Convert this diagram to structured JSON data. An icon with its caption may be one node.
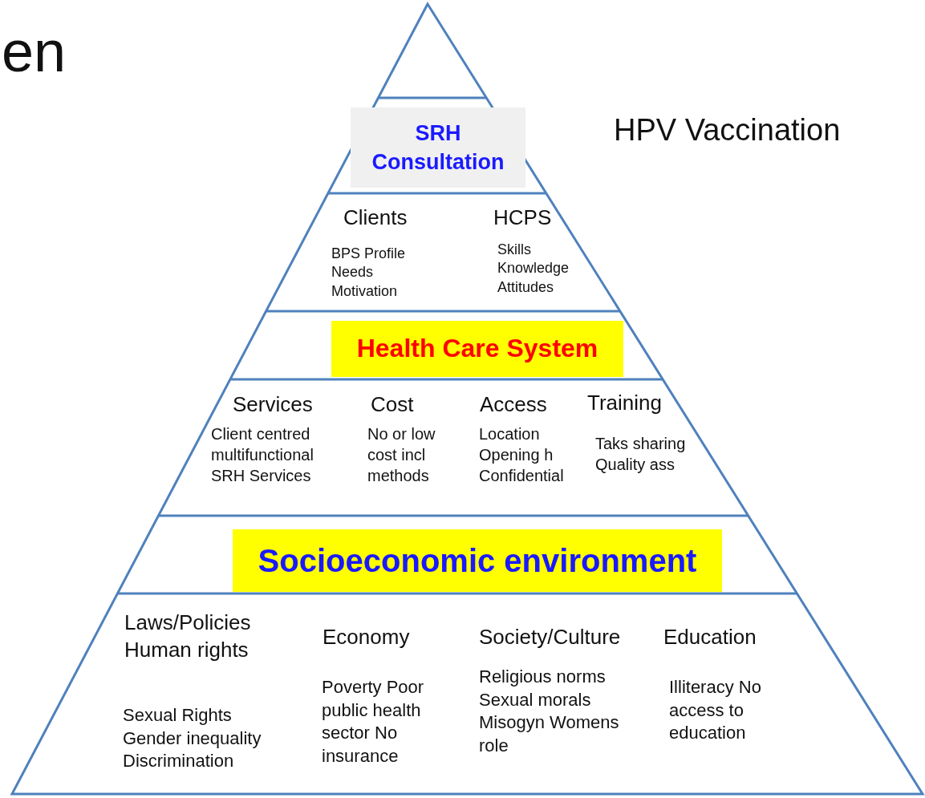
{
  "diagram": {
    "nodes": [
      {
        "text": [
          "SRH Consultation"
        ]
      },
      {
        "text": [
          "Health Care System"
        ]
      },
      {
        "text": [
          "Socioeconomic environment"
        ]
      }
    ],
    "labels": [
      "en",
      "HPV Vaccination",
      "Clients",
      "HCPS",
      "BPS Profile Needs Motivation",
      "Skills Knowledge Attitudes",
      "Services",
      "Cost",
      "Access",
      "Training",
      "Client centred multifunctional SRH Services",
      "No or low cost incl methods",
      "Location Opening h Confidential",
      "Taks sharing Quality ass",
      "Laws/Policies Human rights",
      "Economy",
      "Society/Culture",
      "Education",
      "Sexual Rights Gender inequality Discrimination",
      "Poverty Poor public health sector No insurance",
      "Religious norms Sexual morals Misogyn Womens role",
      "Illiteracy No access to education"
    ]
  }
}
